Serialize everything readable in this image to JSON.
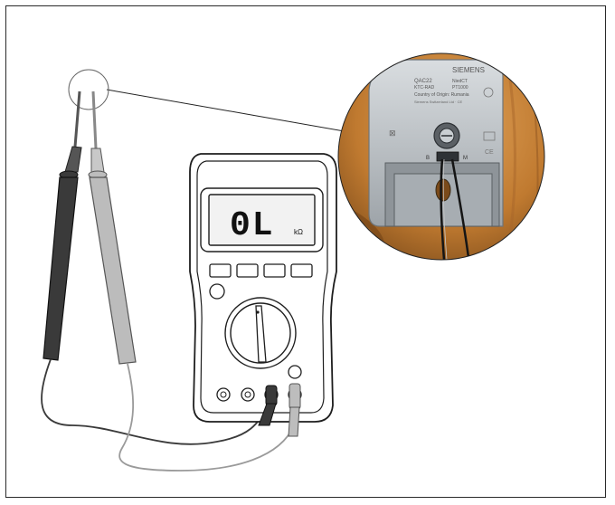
{
  "meter": {
    "display_value": "0L",
    "display_unit": "kΩ"
  },
  "inset": {
    "brand": "SIEMENS",
    "model": "QAC22",
    "model_line2": "KTC-RAD",
    "spec_right": "NiedCT",
    "spec_right2": "PT1000",
    "origin": "Country of Origin: Rumania",
    "fine_print": "Siemens Switzerland Ltd · CE",
    "terminal_left": "B",
    "terminal_right": "M"
  },
  "colors": {
    "frame": "#2a2a2a",
    "lead_black": "#3a3a3a",
    "lead_grey": "#b8b8b8",
    "meter_outline": "#1e1e1e",
    "wood": "#c98a3c"
  }
}
